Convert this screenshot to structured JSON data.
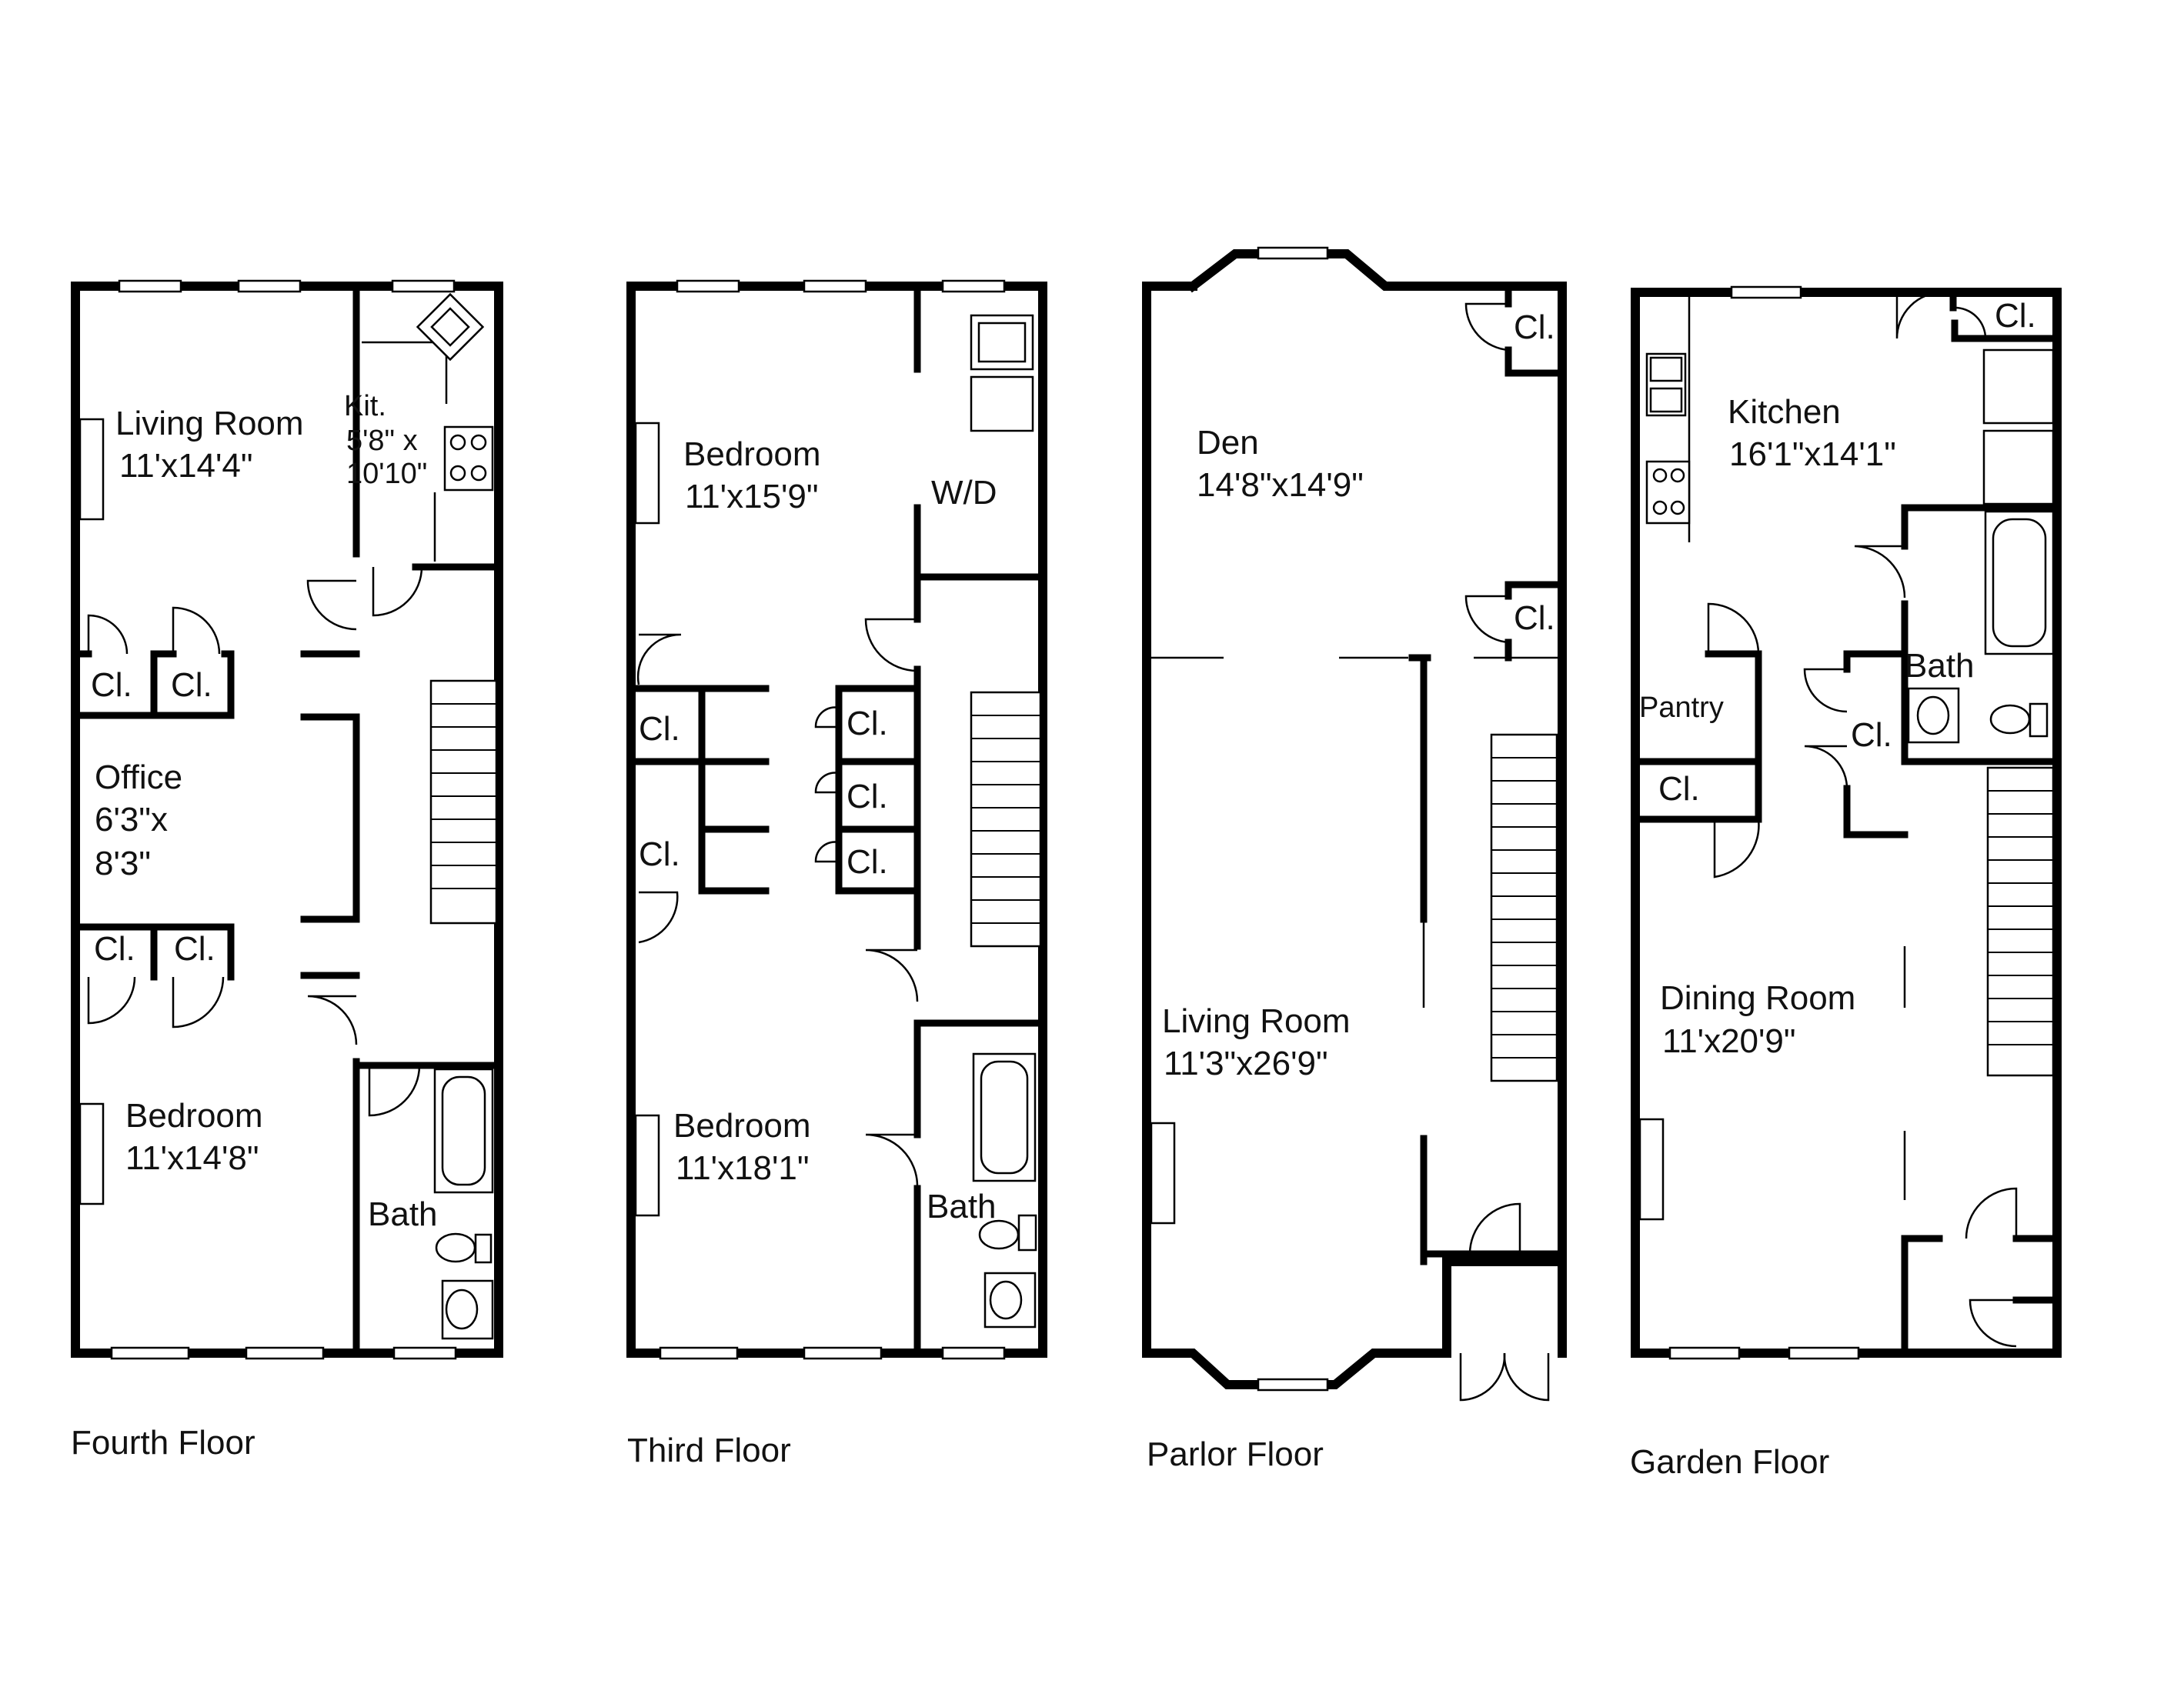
{
  "floors": {
    "fourth": {
      "caption": "Fourth Floor",
      "living_name": "Living Room",
      "living_dim": "11'x14'4\"",
      "kit_name": "Kit.",
      "kit_dim1": "5'8\" x",
      "kit_dim2": "10'10\"",
      "closet": "Cl.",
      "office_name": "Office",
      "office_dim1": "6'3\"x",
      "office_dim2": "8'3\"",
      "bedroom_name": "Bedroom",
      "bedroom_dim": "11'x14'8\"",
      "bath": "Bath"
    },
    "third": {
      "caption": "Third Floor",
      "bed1_name": "Bedroom",
      "bed1_dim": "11'x15'9\"",
      "wd": "W/D",
      "closet": "Cl.",
      "bed2_name": "Bedroom",
      "bed2_dim": "11'x18'1\"",
      "bath": "Bath"
    },
    "parlor": {
      "caption": "Parlor Floor",
      "den_name": "Den",
      "den_dim": "14'8\"x14'9\"",
      "closet": "Cl.",
      "living_name": "Living Room",
      "living_dim": "11'3\"x26'9\""
    },
    "garden": {
      "caption": "Garden Floor",
      "kitchen_name": "Kitchen",
      "kitchen_dim": "16'1\"x14'1\"",
      "closet": "Cl.",
      "pantry": "Pantry",
      "bath": "Bath",
      "dining_name": "Dining Room",
      "dining_dim": "11'x20'9\""
    }
  }
}
